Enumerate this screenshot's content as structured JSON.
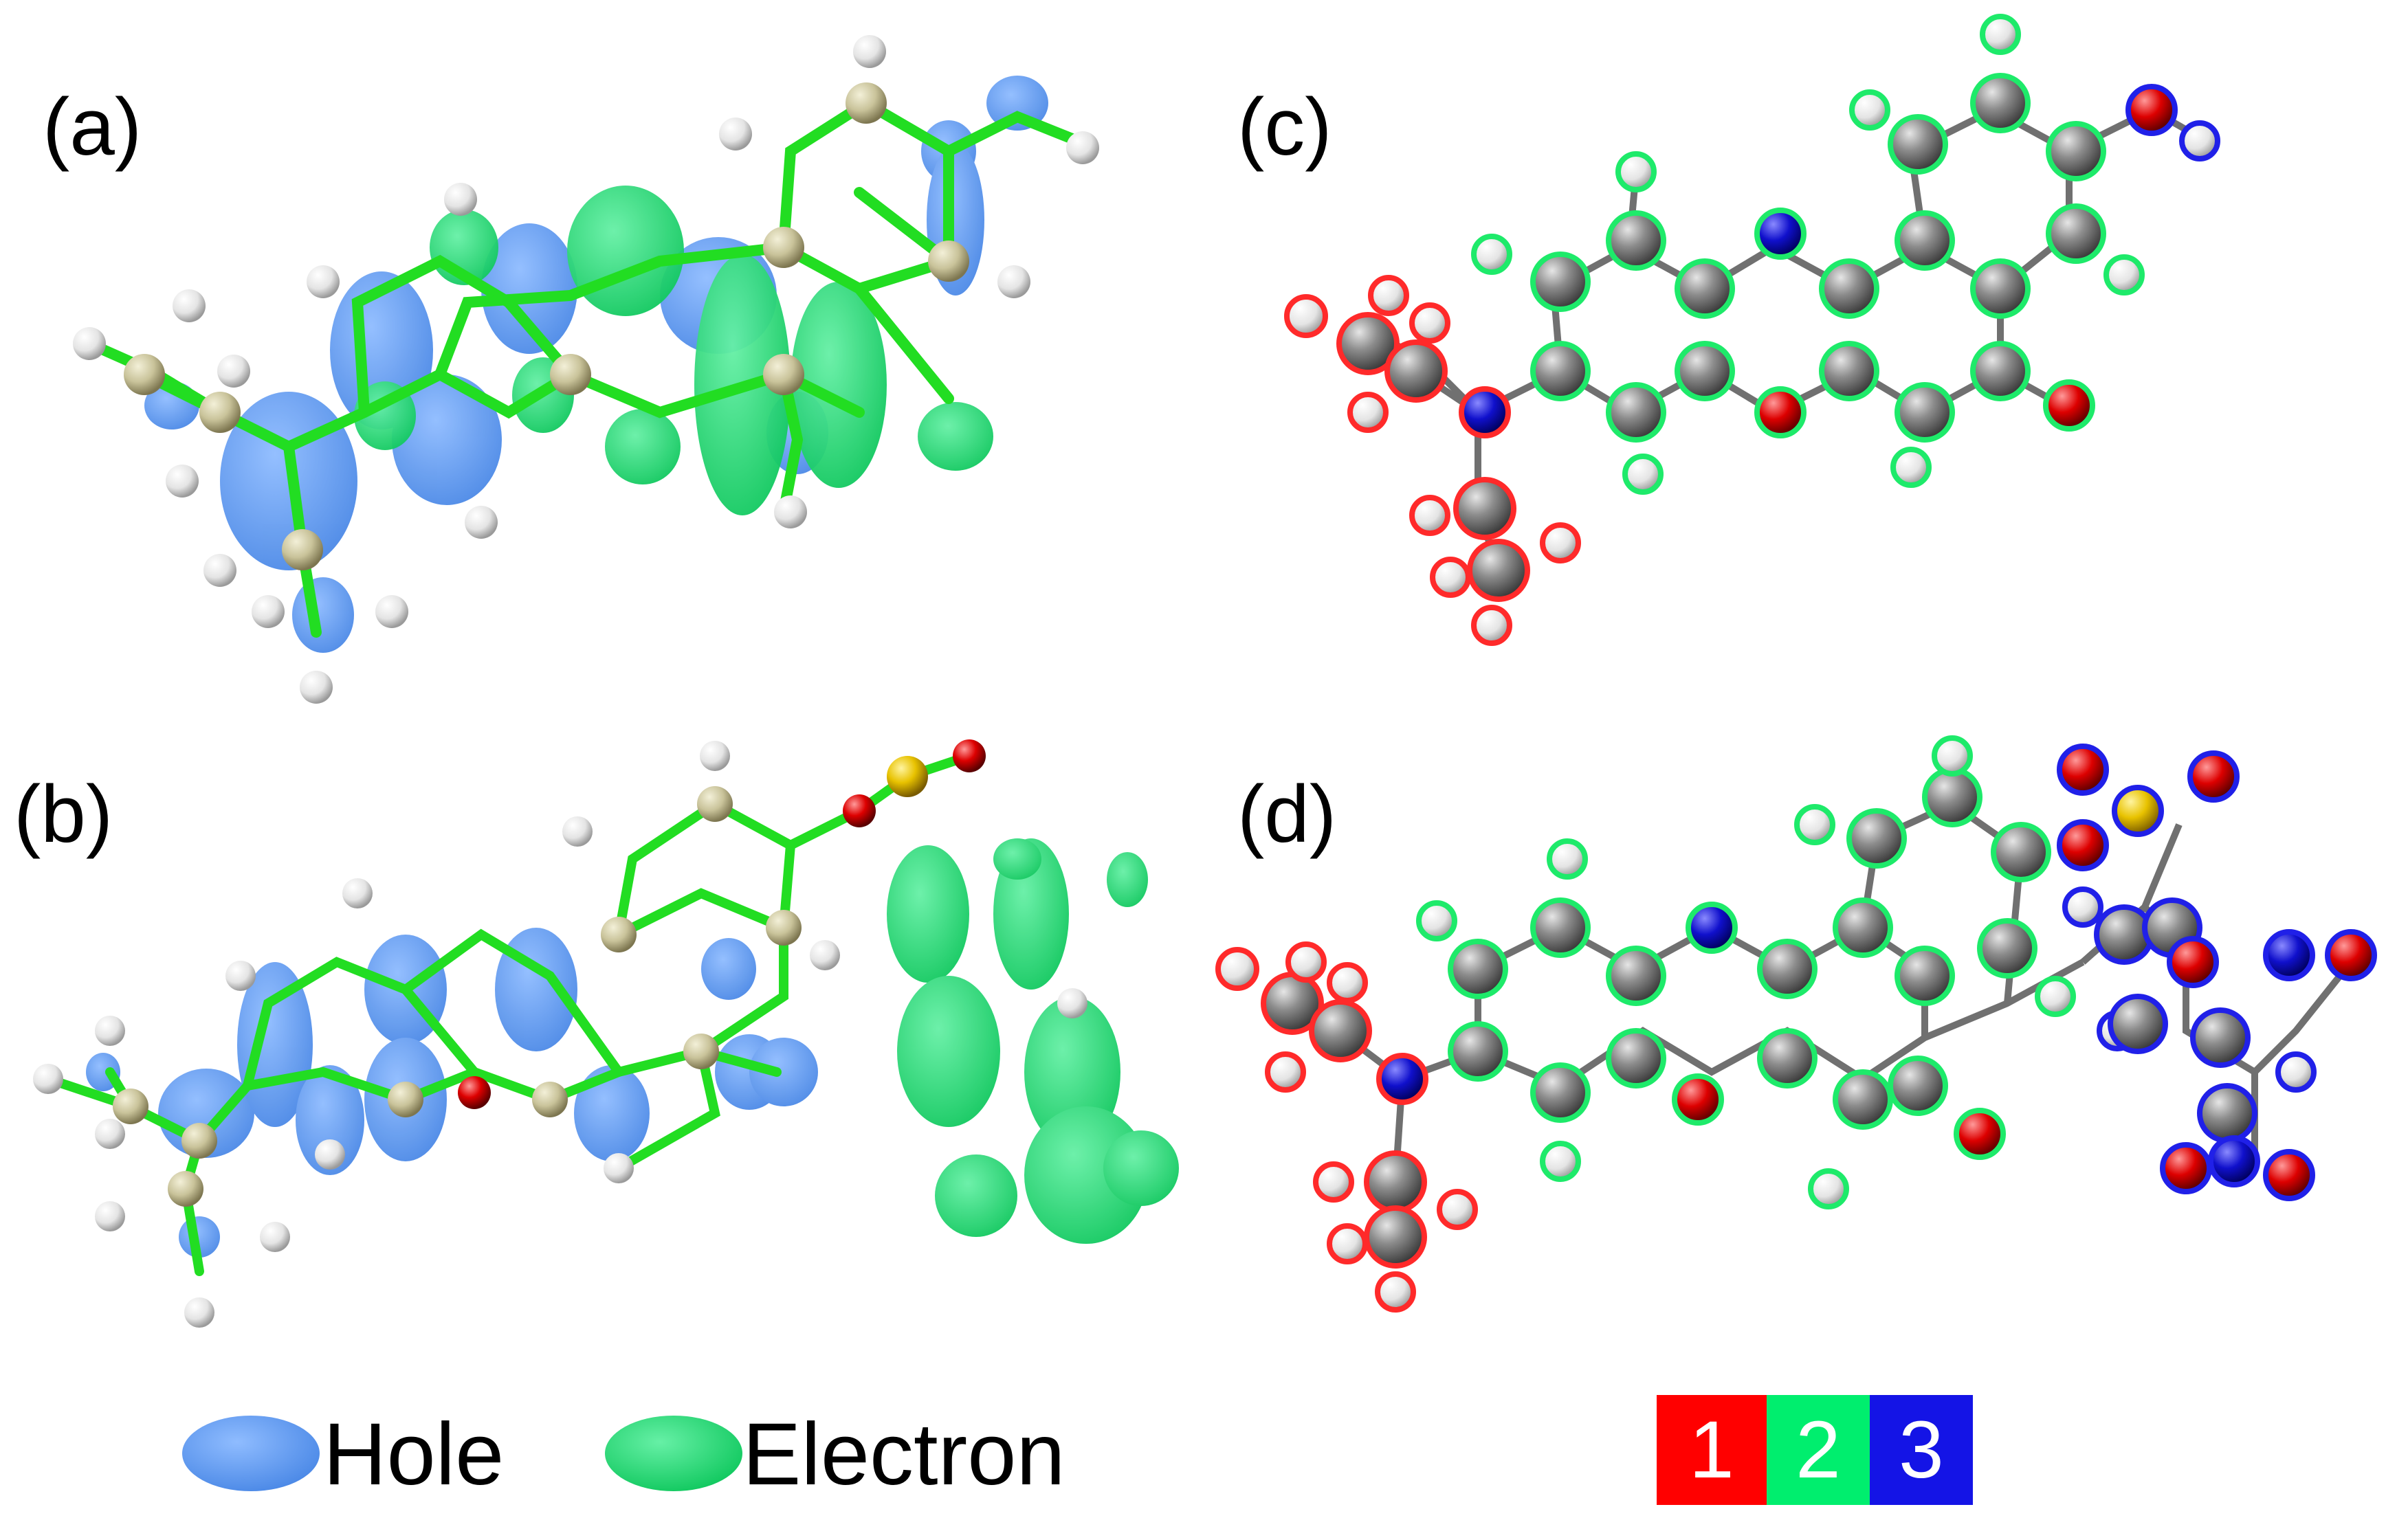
{
  "panels": {
    "a": {
      "label": "(a)"
    },
    "b": {
      "label": "(b)"
    },
    "c": {
      "label": "(c)"
    },
    "d": {
      "label": "(d)"
    }
  },
  "legend": {
    "hole": {
      "label": "Hole",
      "color": "#5b9cf0"
    },
    "electron": {
      "label": "Electron",
      "color": "#21e27a"
    }
  },
  "fragments": [
    {
      "label": "1",
      "color": "#ff0000"
    },
    {
      "label": "2",
      "color": "#00ee6e"
    },
    {
      "label": "3",
      "color": "#1414e6"
    }
  ],
  "colors": {
    "bond_a_b": "#22dd22",
    "atom_heavy_a_b": "#c9c39a",
    "atom_carbon_c_d": "#8a8a8a",
    "atom_hydrogen": "#f2f2f2",
    "atom_nitrogen": "#0a0ad0",
    "atom_oxygen": "#dd0000",
    "atom_sulfur": "#e8c200"
  }
}
